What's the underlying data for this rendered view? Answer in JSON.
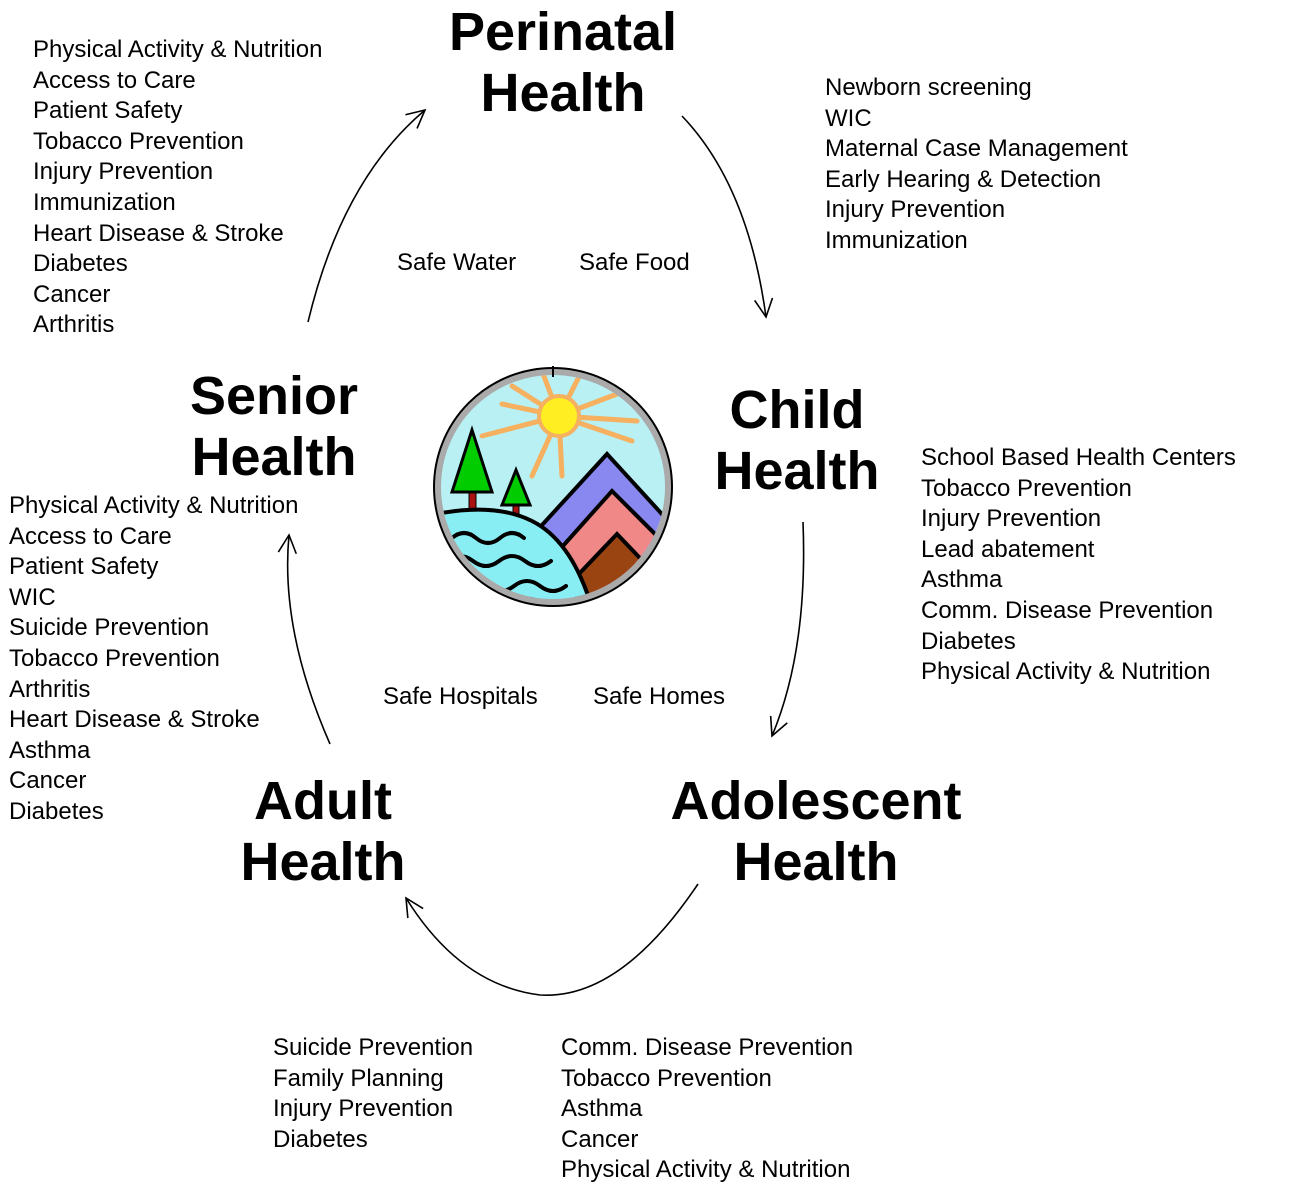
{
  "stages": {
    "perinatal": {
      "line1": "Perinatal",
      "line2": "Health"
    },
    "child": {
      "line1": "Child",
      "line2": "Health"
    },
    "adolescent": {
      "line1": "Adolescent",
      "line2": "Health"
    },
    "adult": {
      "line1": "Adult",
      "line2": "Health"
    },
    "senior": {
      "line1": "Senior",
      "line2": "Health"
    }
  },
  "lists": {
    "top_left": [
      "Physical Activity & Nutrition",
      "Access to Care",
      "Patient Safety",
      "Tobacco Prevention",
      "Injury Prevention",
      "Immunization",
      "Heart Disease & Stroke",
      "Diabetes",
      "Cancer",
      "Arthritis"
    ],
    "top_right": [
      "Newborn screening",
      "WIC",
      "Maternal Case Management",
      "Early Hearing & Detection",
      "Injury Prevention",
      "Immunization"
    ],
    "right": [
      "School Based Health Centers",
      "Tobacco Prevention",
      "Injury Prevention",
      "Lead abatement",
      "Asthma",
      "Comm. Disease Prevention",
      "Diabetes",
      "Physical Activity & Nutrition"
    ],
    "left": [
      "Physical Activity & Nutrition",
      "Access to Care",
      "Patient Safety",
      "WIC",
      "Suicide Prevention",
      "Tobacco Prevention",
      "Arthritis",
      "Heart Disease & Stroke",
      "Asthma",
      "Cancer",
      "Diabetes"
    ],
    "bottom_left": [
      "Suicide Prevention",
      "Family Planning",
      "Injury Prevention",
      "Diabetes"
    ],
    "bottom_right": [
      "Comm. Disease Prevention",
      "Tobacco Prevention",
      "Asthma",
      "Cancer",
      "Physical Activity & Nutrition"
    ]
  },
  "safety": {
    "water": "Safe Water",
    "food": "Safe Food",
    "hospitals": "Safe Hospitals",
    "homes": "Safe Homes"
  },
  "logo": {
    "sky_color": "#b8f0f4",
    "sun_color": "#ffee22",
    "ray_color": "#f5b060",
    "tree_color": "#00cc00",
    "trunk_color": "#aa1111",
    "water_color": "#88eef4",
    "roof1_color": "#8888f0",
    "roof2_color": "#f08888",
    "house_color": "#994411",
    "rim_color": "#aaaaaa"
  }
}
